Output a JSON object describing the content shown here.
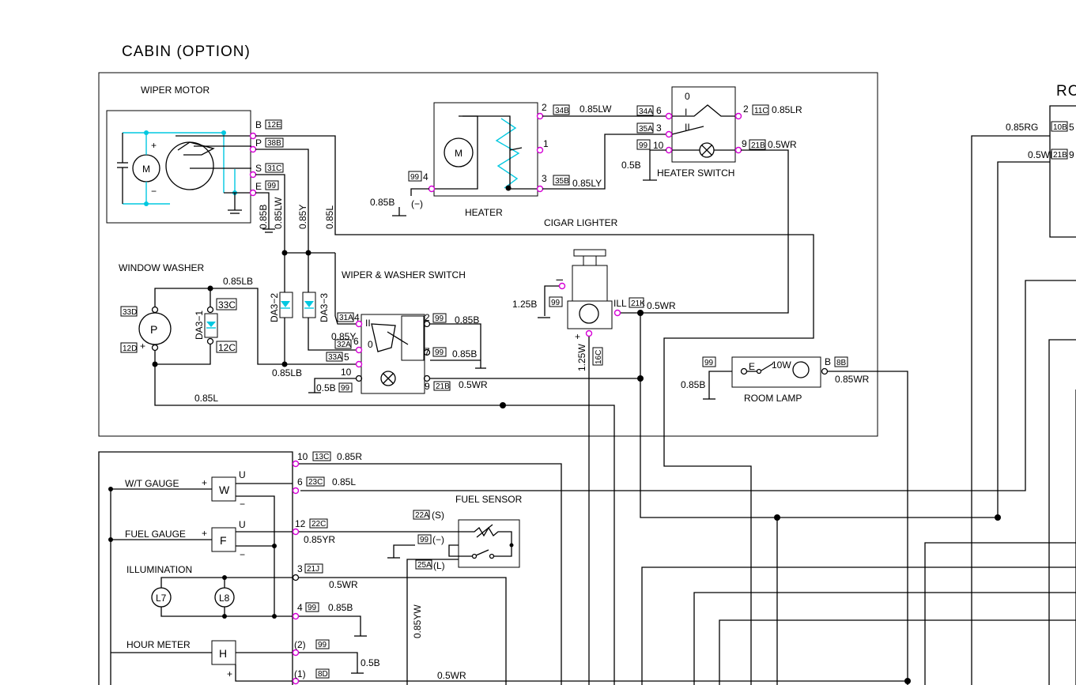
{
  "diagram_title": "CABIN  (OPTION)",
  "partial_heading": "RC",
  "components": {
    "wiper_motor": "WIPER MOTOR",
    "heater": "HEATER",
    "heater_switch": "HEATER SWITCH",
    "cigar_lighter": "CIGAR LIGHTER",
    "window_washer": "WINDOW WASHER",
    "wiper_washer_switch": "WIPER & WASHER SWITCH",
    "room_lamp": "ROOM LAMP",
    "fuel_sensor": "FUEL SENSOR",
    "wt_gauge": "W/T GAUGE",
    "fuel_gauge": "FUEL GAUGE",
    "illumination": "ILLUMINATION",
    "hour_meter": "HOUR METER"
  },
  "symbols": {
    "motor": "M",
    "pump": "P",
    "wt": "W",
    "fuel": "F",
    "hour": "H",
    "l7": "L7",
    "l8": "L8",
    "plus": "+",
    "minus": "−",
    "minus2": "(−)",
    "u": "U",
    "zero": "0",
    "one": "I",
    "two": "II",
    "ten_w": "10W",
    "ill": "ILL"
  },
  "wiper_motor_pins": [
    {
      "pin": "B",
      "code": "12E"
    },
    {
      "pin": "P",
      "code": "38B"
    },
    {
      "pin": "S",
      "code": "31C"
    },
    {
      "pin": "E",
      "code": "99"
    }
  ],
  "wiper_wires": [
    "0.85B",
    "0.85LW",
    "0.85Y",
    "0.85L"
  ],
  "heater_labels": {
    "pin2": "2",
    "code2": "34B",
    "wire2": "0.85LW",
    "pin1": "1",
    "pin3": "3",
    "code3": "35B",
    "wire3": "0.85LY",
    "pin4": "4",
    "code4": "99",
    "wire4": "0.85B"
  },
  "heater_switch_labels": {
    "code6": "34A",
    "pin6": "6",
    "code3": "35A",
    "pin3": "3",
    "code10": "99",
    "pin10": "10",
    "pin2": "2",
    "code2": "11C",
    "wire2": "0.85LR",
    "pin9": "9",
    "code9": "21B",
    "wire9": "0.5WR",
    "ground": "0.5B"
  },
  "cigar_labels": {
    "wire_g": "1.25B",
    "code_g": "99",
    "code_ill": "21K",
    "wire_ill": "0.5WR",
    "wire_plus": "1.25W",
    "code_plus": "16C"
  },
  "washer_labels": {
    "wire_top": "0.85LB",
    "da": "DA3−1",
    "c33c": "33C",
    "c12c": "12C",
    "c33d": "33D",
    "c12d": "12D",
    "wire_bottom": "0.85L",
    "wire_mid": "0.85LB"
  },
  "diode_labels": [
    "DA3−2",
    "DA3−3"
  ],
  "wiper_switch_labels": {
    "c31a": "31A",
    "p4": "4",
    "c32a": "32A",
    "p6": "6",
    "c33a": "33A",
    "p5": "5",
    "p10": "10",
    "w085y": "0.85Y",
    "p2": "2",
    "c2": "99",
    "w2": "0.85B",
    "p7": "7",
    "c7": "99",
    "w7": "0.85B",
    "p9": "9",
    "c9": "21B",
    "w9": "0.5WR",
    "w_gnd": "0.5B",
    "c_gnd": "99"
  },
  "room_lamp_labels": {
    "code_e": "99",
    "e": "E",
    "b": "B",
    "code_b": "8B",
    "wire_b": "0.85WR",
    "wire_e": "0.85B"
  },
  "rc_wires": [
    {
      "wire": "0.85RG",
      "code": "10B",
      "pin": "5"
    },
    {
      "wire": "0.5WR",
      "code": "21B",
      "pin": "9"
    }
  ],
  "gauge_pins": [
    {
      "pin": "10",
      "code": "13C",
      "wire": "0.85R"
    },
    {
      "pin": "6",
      "code": "23C",
      "wire": "0.85L"
    },
    {
      "pin": "12",
      "code": "22C",
      "wire": "0.85YR"
    },
    {
      "pin": "3",
      "code": "21J",
      "wire": "0.5WR"
    },
    {
      "pin": "4",
      "code": "99",
      "wire": "0.85B"
    },
    {
      "pin": "(2)",
      "code": "99",
      "wire": "0.5B"
    },
    {
      "pin": "(1)",
      "code": "8D",
      "wire": "0.5WR"
    }
  ],
  "fuel_sensor_labels": {
    "c22a": "22A",
    "s": "(S)",
    "c99": "99",
    "minus": "(−)",
    "c25a": "25A",
    "l": "(L)",
    "w": "0.85YW"
  }
}
